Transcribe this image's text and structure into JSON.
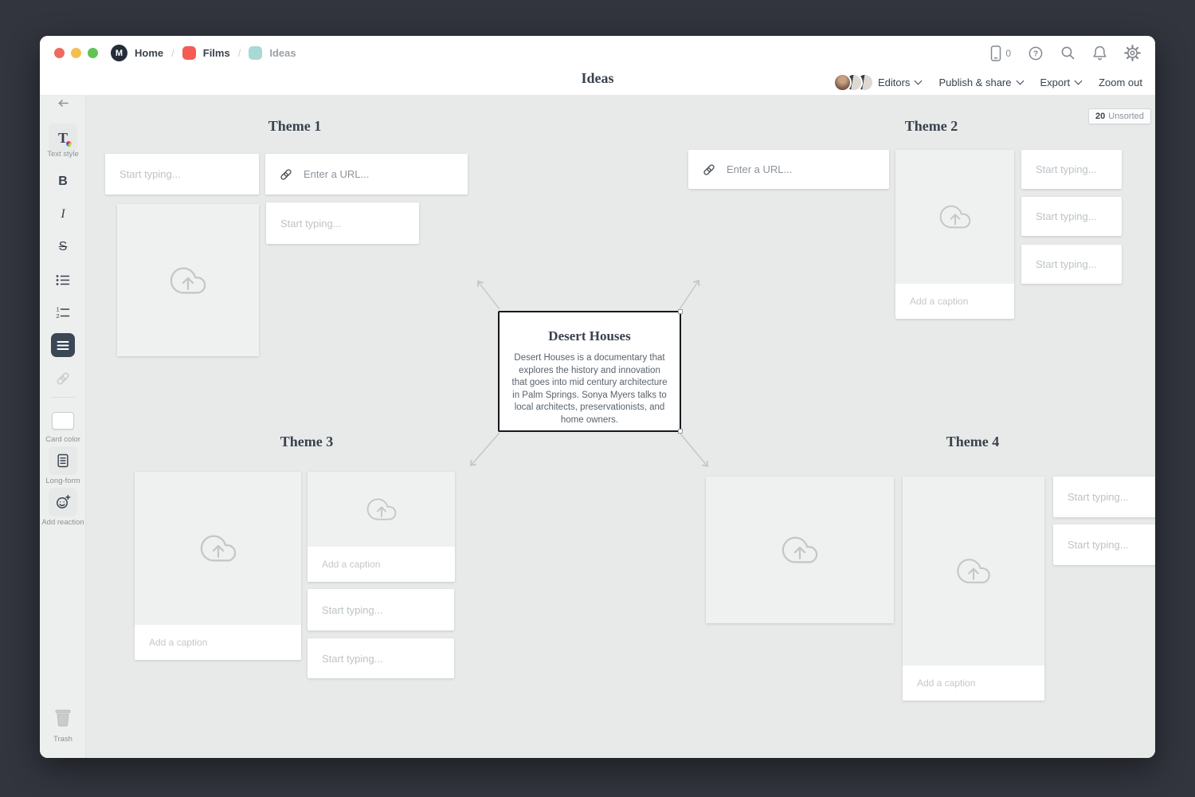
{
  "topbar": {
    "logo_glyph": "M",
    "breadcrumb": [
      {
        "label": "Home"
      },
      {
        "label": "Films"
      },
      {
        "label": "Ideas"
      }
    ],
    "separator": "/",
    "device_count": "0"
  },
  "toolbar": {
    "title": "Ideas",
    "editors_label": "Editors",
    "publish_label": "Publish & share",
    "export_label": "Export",
    "zoom_out_label": "Zoom out"
  },
  "sidebar": {
    "text_style_glyph": "T",
    "text_style_label": "Text style",
    "bold_glyph": "B",
    "italic_glyph": "I",
    "strike_glyph": "S",
    "card_color_label": "Card color",
    "long_form_label": "Long-form",
    "add_reaction_label": "Add reaction",
    "trash_label": "Trash"
  },
  "canvas": {
    "unsorted_badge": {
      "count": "20",
      "label": "Unsorted"
    },
    "themes": [
      {
        "title": "Theme 1"
      },
      {
        "title": "Theme 2"
      },
      {
        "title": "Theme 3"
      },
      {
        "title": "Theme 4"
      }
    ],
    "center_card": {
      "title": "Desert Houses",
      "body": "Desert Houses is a documentary that explores the history and innovation that goes into mid century architecture in Palm Springs. Sonya Myers talks to local architects, preservationists, and home owners."
    },
    "placeholders": {
      "text": "Start typing...",
      "url": "Enter a URL...",
      "caption": "Add a caption"
    }
  },
  "colors": {
    "frame_bg": "#32353e",
    "canvas_bg": "#e8eae9",
    "accent_dark": "#39424e",
    "films_chip": "#f45b55",
    "ideas_chip": "#a9d9d4",
    "placeholder_text": "#bdc3c7",
    "selected_border": "#17191d"
  }
}
